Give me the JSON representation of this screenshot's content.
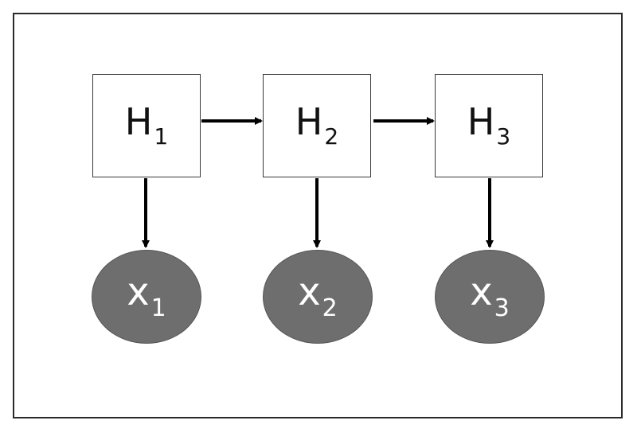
{
  "diagram": {
    "hidden_nodes": [
      {
        "base": "H",
        "sub": "1"
      },
      {
        "base": "H",
        "sub": "2"
      },
      {
        "base": "H",
        "sub": "3"
      }
    ],
    "observed_nodes": [
      {
        "base": "x",
        "sub": "1"
      },
      {
        "base": "x",
        "sub": "2"
      },
      {
        "base": "x",
        "sub": "3"
      }
    ],
    "edges": [
      {
        "from": "H1",
        "to": "H2"
      },
      {
        "from": "H2",
        "to": "H3"
      },
      {
        "from": "H1",
        "to": "x1"
      },
      {
        "from": "H2",
        "to": "x2"
      },
      {
        "from": "H3",
        "to": "x3"
      }
    ],
    "colors": {
      "observed_fill": "#6e6e6e",
      "hidden_fill": "#ffffff",
      "edge": "#000000"
    }
  }
}
